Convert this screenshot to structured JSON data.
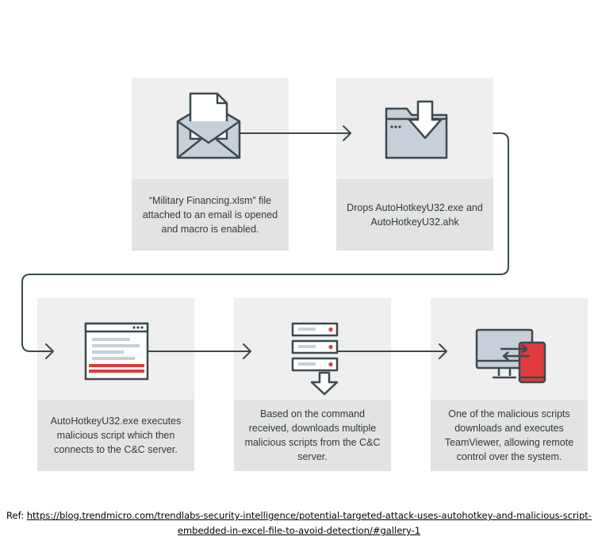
{
  "steps": [
    {
      "icon": "envelope-document-icon",
      "text": "“Military Financing.xlsm” file attached to an email is opened and macro is enabled."
    },
    {
      "icon": "folder-download-icon",
      "text": "Drops AutoHotkeyU32.exe and AutoHotkeyU32.ahk"
    },
    {
      "icon": "script-window-icon",
      "text": "AutoHotkeyU32.exe executes malicious script which then connects to the C&C server."
    },
    {
      "icon": "server-download-icon",
      "text": "Based on the command received, downloads multiple malicious scripts from the C&C server."
    },
    {
      "icon": "remote-devices-icon",
      "text": "One of the malicious scripts downloads and executes TeamViewer, allowing remote control over the system."
    }
  ],
  "reference": {
    "prefix": "Ref: ",
    "url_line1": "https://blog.trendmicro.com/trendlabs-security-intelligence/potential-targeted-attack-uses-autohotkey-and-malicious-script-",
    "url_line2": "embedded-in-excel-file-to-avoid-detection/#gallery-1"
  },
  "colors": {
    "dark": "#3b4a50",
    "icon_fill": "#c7d0d8",
    "accent": "#e03a3a",
    "card": "#efefef",
    "card_text_bg": "#e3e3e3"
  }
}
